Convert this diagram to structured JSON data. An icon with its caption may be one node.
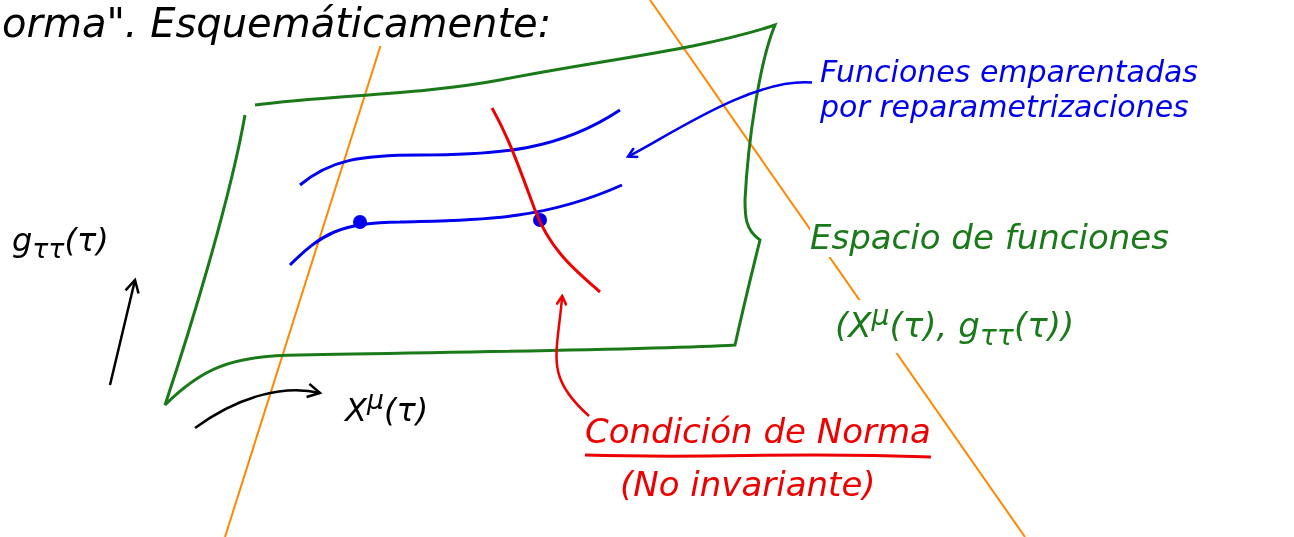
{
  "diagram": {
    "nodes": [
      {
        "text": [
          "Funciones emparentadas por reparametrizaciones"
        ]
      },
      {
        "text": [],
        "shape": "curve"
      },
      {
        "text": [
          "Condición de Norma",
          "(No invariante)"
        ]
      },
      {
        "text": [],
        "shape": "curve"
      }
    ],
    "edges": [
      {
        "from": 0,
        "to": 1,
        "arrow": "to",
        "color": "#0000ee"
      },
      {
        "from": 2,
        "to": 3,
        "arrow": "to",
        "color": "#ee0000"
      }
    ],
    "labels": [
      "orma\". Esquemáticamente:",
      "Espacio de funciones",
      "(X$^{μ}$(τ), g$_{ττ}$(τ))",
      "g$_{ττ}$(τ)",
      "X$^{μ}$(τ)"
    ]
  }
}
